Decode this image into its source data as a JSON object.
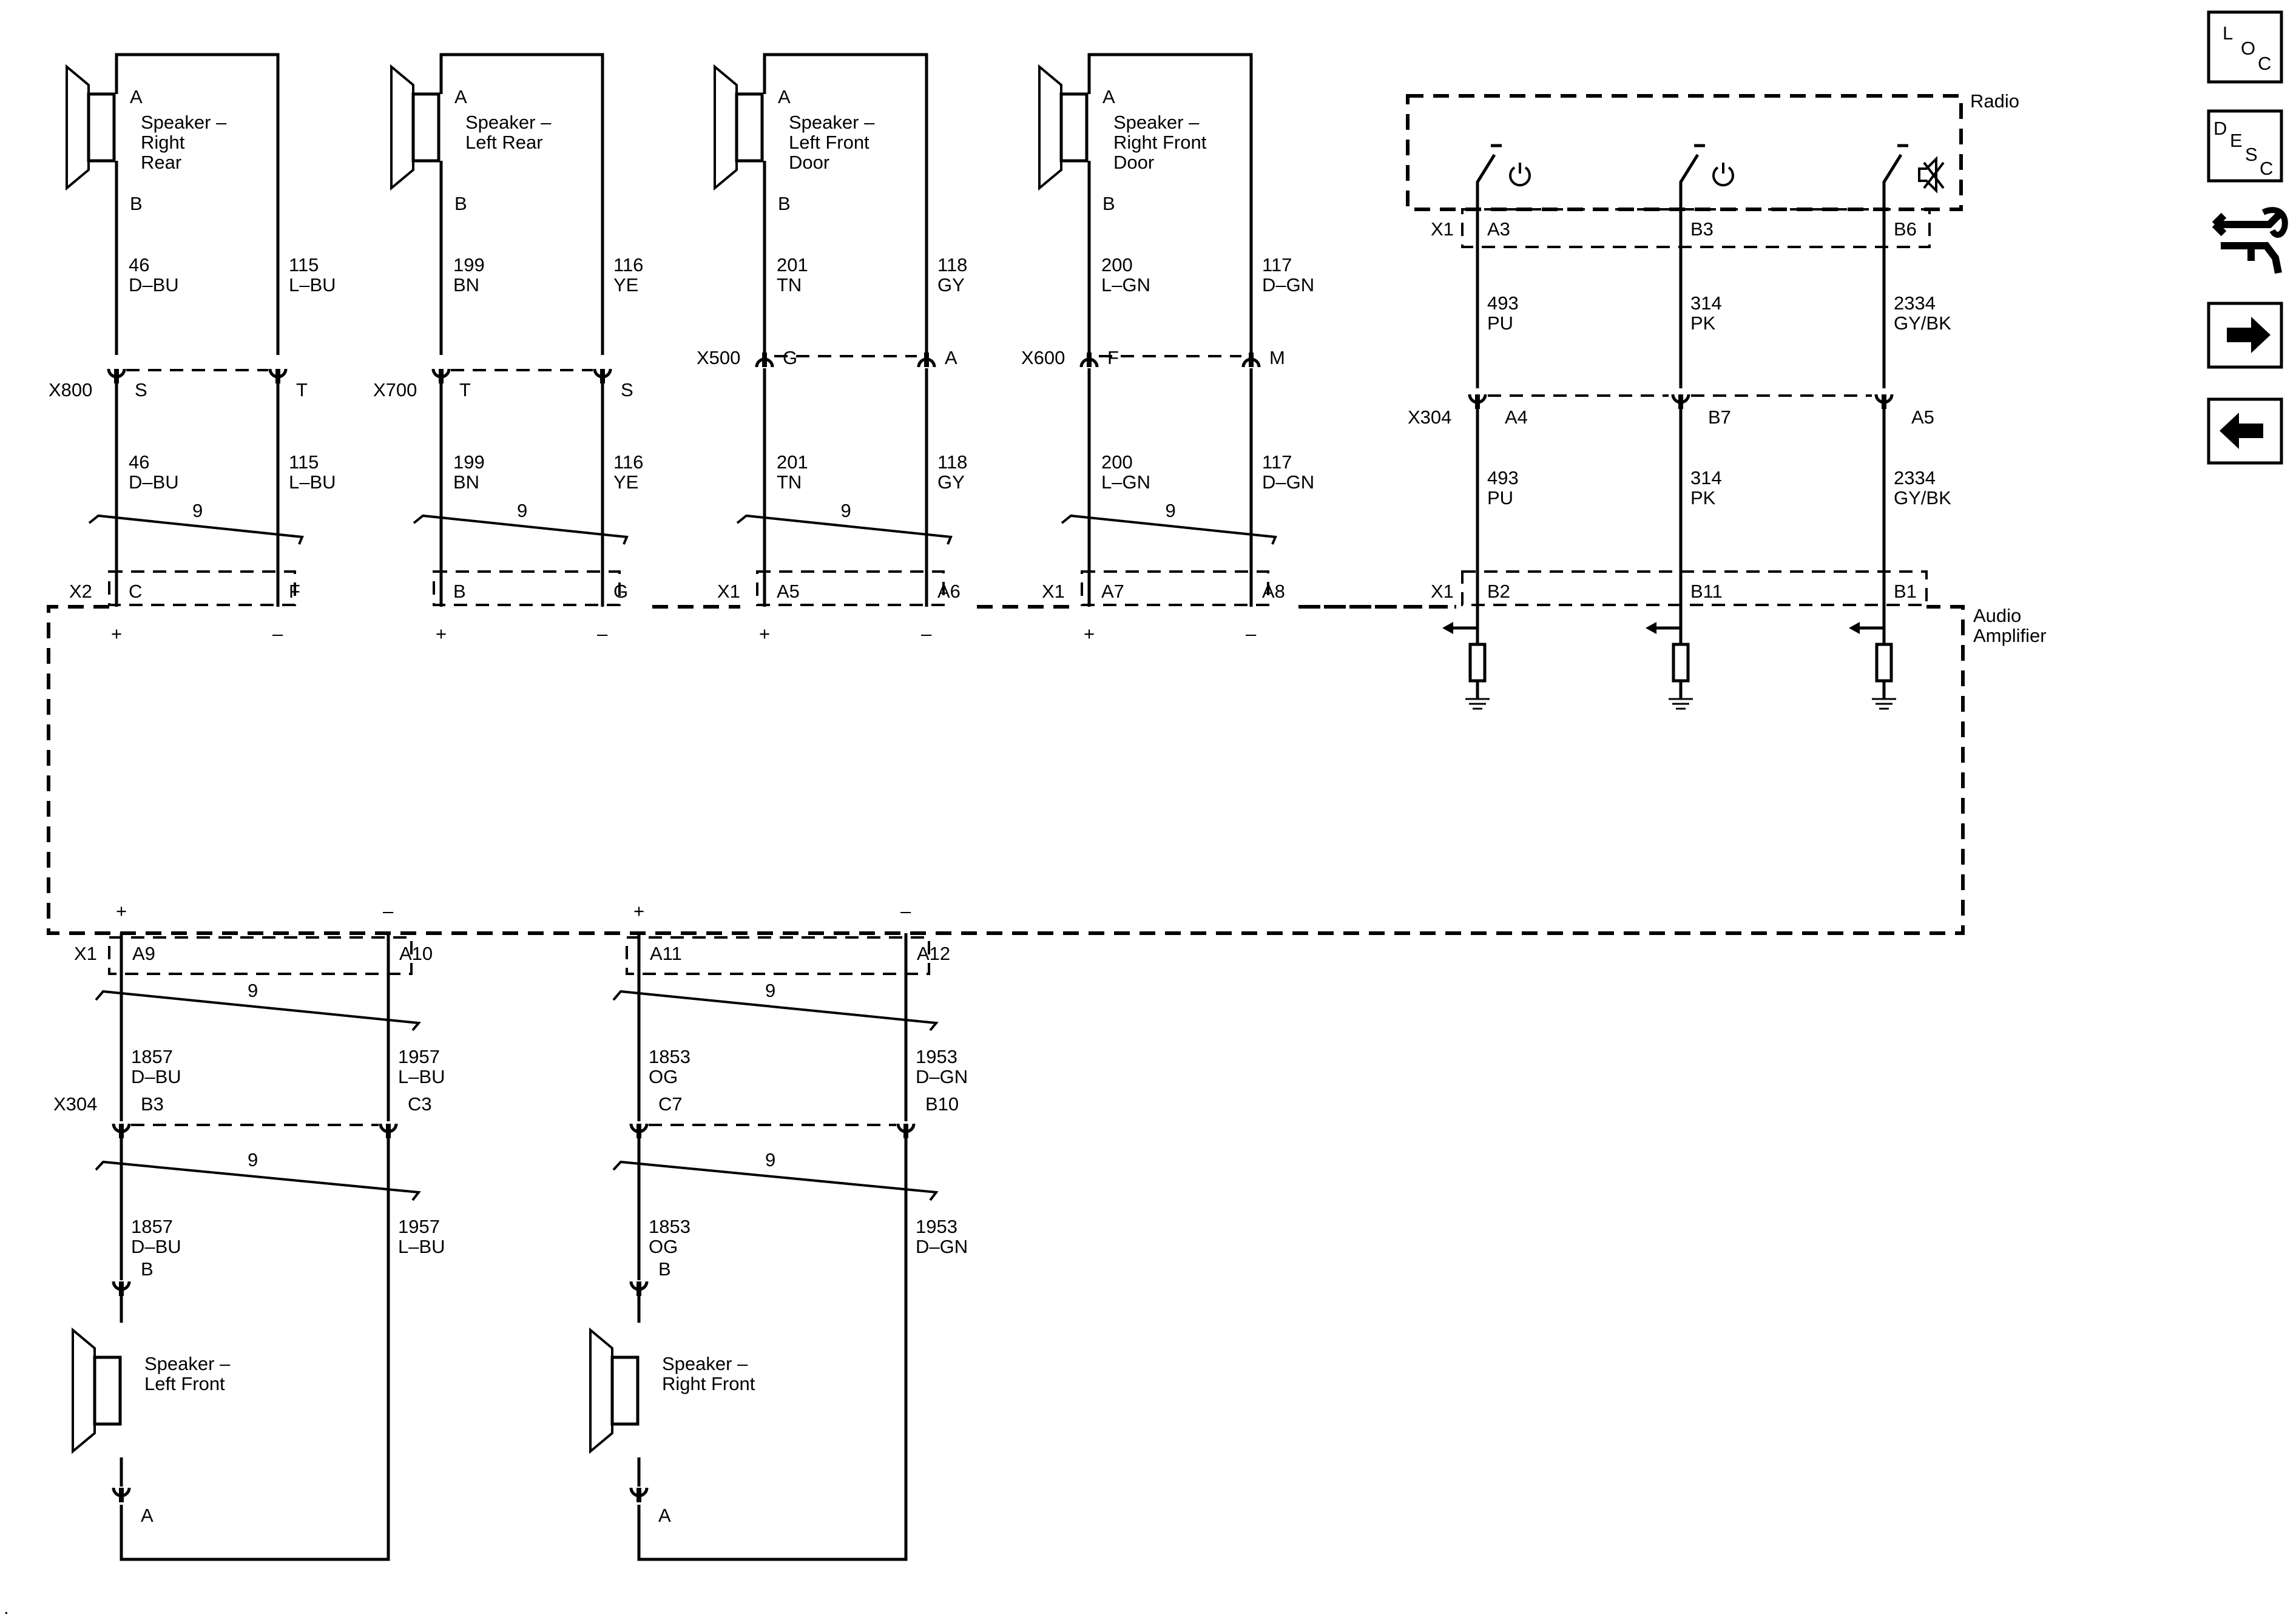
{
  "nav": {
    "loc": [
      "L",
      "O",
      "C"
    ],
    "desc": [
      "D",
      "E",
      "S",
      "C"
    ],
    "icons": [
      "loc-icon",
      "desc-icon",
      "connector-tools-icon",
      "arrow-right-icon",
      "arrow-left-icon"
    ]
  },
  "modules": {
    "radio": "Radio",
    "amplifier": [
      "Audio",
      "Amplifier"
    ]
  },
  "upper_speakers": [
    {
      "name": [
        "Speaker –",
        "Right",
        "Rear"
      ],
      "pinA": "A",
      "pinB": "B",
      "wireA_top": [
        "115",
        "L–BU"
      ],
      "wireB_top": [
        "46",
        "D–BU"
      ],
      "connector": "X800",
      "connPinB": "S",
      "connPinA": "T",
      "wireB_bot": [
        "46",
        "D–BU"
      ],
      "wireA_bot": [
        "115",
        "L–BU"
      ],
      "twist": "9",
      "ampConn": "X2",
      "ampPinPlus": "C",
      "ampPinMinus": "F"
    },
    {
      "name": [
        "Speaker –",
        "Left Rear"
      ],
      "pinA": "A",
      "pinB": "B",
      "wireA_top": [
        "116",
        "YE"
      ],
      "wireB_top": [
        "199",
        "BN"
      ],
      "connector": "X700",
      "connPinB": "T",
      "connPinA": "S",
      "wireB_bot": [
        "199",
        "BN"
      ],
      "wireA_bot": [
        "116",
        "YE"
      ],
      "twist": "9",
      "ampConn": "",
      "ampPinPlus": "B",
      "ampPinMinus": "G"
    },
    {
      "name": [
        "Speaker –",
        "Left Front",
        "Door"
      ],
      "pinA": "A",
      "pinB": "B",
      "wireA_top": [
        "118",
        "GY"
      ],
      "wireB_top": [
        "201",
        "TN"
      ],
      "connector": "X500",
      "connPinB": "G",
      "connPinA": "A",
      "wireB_bot": [
        "201",
        "TN"
      ],
      "wireA_bot": [
        "118",
        "GY"
      ],
      "twist": "9",
      "ampConn": "X1",
      "ampPinPlus": "A5",
      "ampPinMinus": "A6"
    },
    {
      "name": [
        "Speaker –",
        "Right Front",
        "Door"
      ],
      "pinA": "A",
      "pinB": "B",
      "wireA_top": [
        "117",
        "D–GN"
      ],
      "wireB_top": [
        "200",
        "L–GN"
      ],
      "connector": "X600",
      "connPinB": "F",
      "connPinA": "M",
      "wireB_bot": [
        "200",
        "L–GN"
      ],
      "wireA_bot": [
        "117",
        "D–GN"
      ],
      "twist": "9",
      "ampConn": "X1",
      "ampPinPlus": "A7",
      "ampPinMinus": "A8"
    }
  ],
  "polarity": {
    "plus": "+",
    "minus": "–"
  },
  "radio_circuits": {
    "radioConn": "X1",
    "midConn": "X304",
    "ampConn": "X1",
    "lines": [
      {
        "radioPin": "A3",
        "wire": [
          "493",
          "PU"
        ],
        "midPin": "A4",
        "wire2": [
          "493",
          "PU"
        ],
        "ampPin": "B2",
        "switch_icon": "power-icon"
      },
      {
        "radioPin": "B3",
        "wire": [
          "314",
          "PK"
        ],
        "midPin": "B7",
        "wire2": [
          "314",
          "PK"
        ],
        "ampPin": "B11",
        "switch_icon": "power-icon"
      },
      {
        "radioPin": "B6",
        "wire": [
          "2334",
          "GY/BK"
        ],
        "midPin": "A5",
        "wire2": [
          "2334",
          "GY/BK"
        ],
        "ampPin": "B1",
        "switch_icon": "mute-icon"
      }
    ]
  },
  "lower_speakers": [
    {
      "name": [
        "Speaker –",
        "Left Front"
      ],
      "ampConn": "X1",
      "ampPinPlus": "A9",
      "ampPinMinus": "A10",
      "twist": "9",
      "wirePlus_top": [
        "1857",
        "D–BU"
      ],
      "wireMinus_top": [
        "1957",
        "L–BU"
      ],
      "connector": "X304",
      "connPinPlus": "B3",
      "connPinMinus": "C3",
      "wirePlus_bot": [
        "1857",
        "D–BU"
      ],
      "wireMinus_bot": [
        "1957",
        "L–BU"
      ],
      "pinB": "B",
      "pinA": "A"
    },
    {
      "name": [
        "Speaker –",
        "Right Front"
      ],
      "ampConn": "",
      "ampPinPlus": "A11",
      "ampPinMinus": "A12",
      "twist": "9",
      "wirePlus_top": [
        "1853",
        "OG"
      ],
      "wireMinus_top": [
        "1953",
        "D–GN"
      ],
      "connector": "",
      "connPinPlus": "C7",
      "connPinMinus": "B10",
      "wirePlus_bot": [
        "1853",
        "OG"
      ],
      "wireMinus_bot": [
        "1953",
        "D–GN"
      ],
      "pinB": "B",
      "pinA": "A"
    }
  ]
}
